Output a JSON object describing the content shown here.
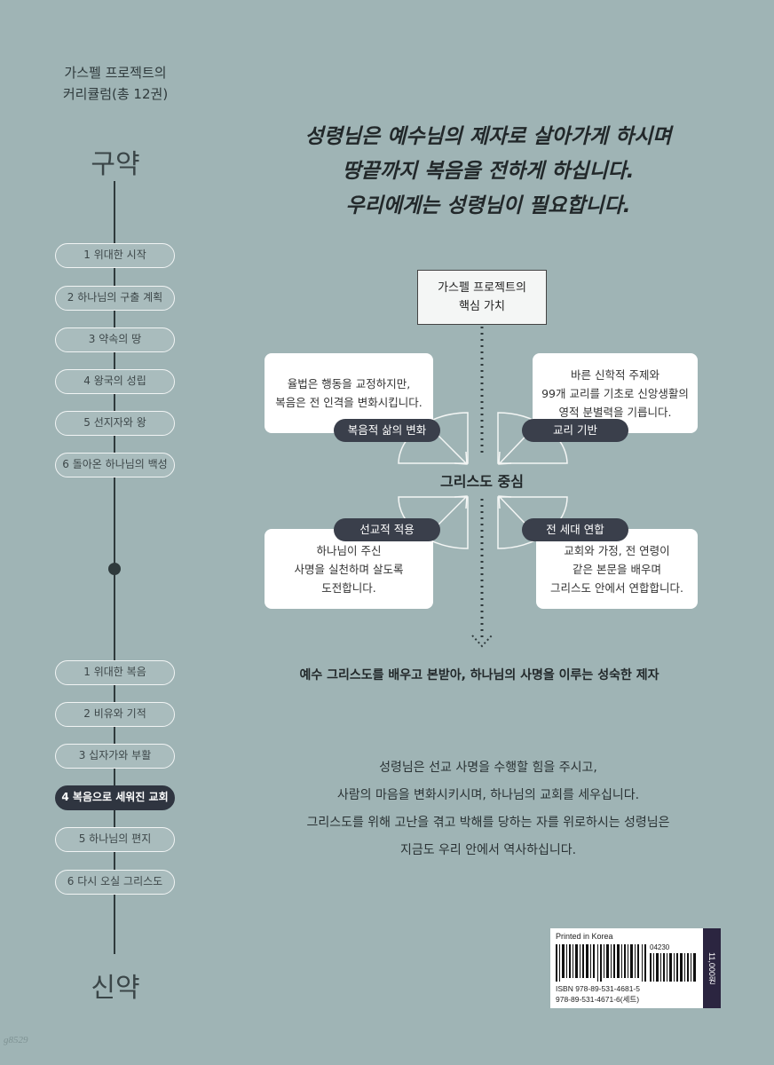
{
  "curriculum": {
    "title_line1": "가스펠 프로젝트의",
    "title_line2": "커리큘럼(총 12권)",
    "old_testament": {
      "label": "구약",
      "books": [
        "1  위대한 시작",
        "2  하나님의 구출 계획",
        "3  약속의 땅",
        "4  왕국의 성립",
        "5  선지자와 왕",
        "6  돌아온 하나님의 백성"
      ]
    },
    "new_testament": {
      "label": "신약",
      "books": [
        "1  위대한 복음",
        "2  비유와 기적",
        "3  십자가와 부활",
        "4  복음으로 세워진 교회",
        "5  하나님의 편지",
        "6  다시 오실 그리스도"
      ],
      "active_index": 3
    }
  },
  "headline": {
    "line1": "성령님은 예수님의 제자로 살아가게 하시며",
    "line2": "땅끝까지 복음을 전하게 하십니다.",
    "line3": "우리에게는 성령님이 필요합니다."
  },
  "diagram": {
    "core_line1": "가스펠 프로젝트의",
    "core_line2": "핵심 가치",
    "center": "그리스도 중심",
    "values": [
      {
        "tag": "복음적 삶의 변화",
        "text": "율법은 행동을 교정하지만,\n복음은 전 인격을 변화시킵니다."
      },
      {
        "tag": "교리 기반",
        "text": "바른 신학적 주제와\n99개 교리를 기초로 신앙생활의\n영적 분별력을 기릅니다."
      },
      {
        "tag": "선교적 적용",
        "text": "하나님이 주신\n사명을 실천하며 살도록\n도전합니다."
      },
      {
        "tag": "전 세대 연합",
        "text": "교회와 가정, 전 연령이\n같은 본문을 배우며\n그리스도 안에서 연합합니다."
      }
    ],
    "outcome": "예수 그리스도를 배우고 본받아, 하나님의 사명을 이루는 성숙한 제자"
  },
  "body": {
    "line1": "성령님은 선교 사명을 수행할 힘을 주시고,",
    "line2": "사람의 마음을 변화시키시며, 하나님의 교회를 세우십니다.",
    "line3": "그리스도를 위해 고난을 겪고 박해를 당하는 자를 위로하시는 성령님은",
    "line4": "지금도 우리 안에서 역사하십니다."
  },
  "barcode": {
    "printed": "Printed in Korea",
    "addon": "04230",
    "isbn": "ISBN 978-89-531-4681-5\n         978-89-531-4671-6(세트)",
    "price": "11,000원"
  },
  "corner_mark": "g8529",
  "colors": {
    "background": "#9fb4b5",
    "dark": "#2f3540",
    "tag": "#3a3f4b"
  }
}
